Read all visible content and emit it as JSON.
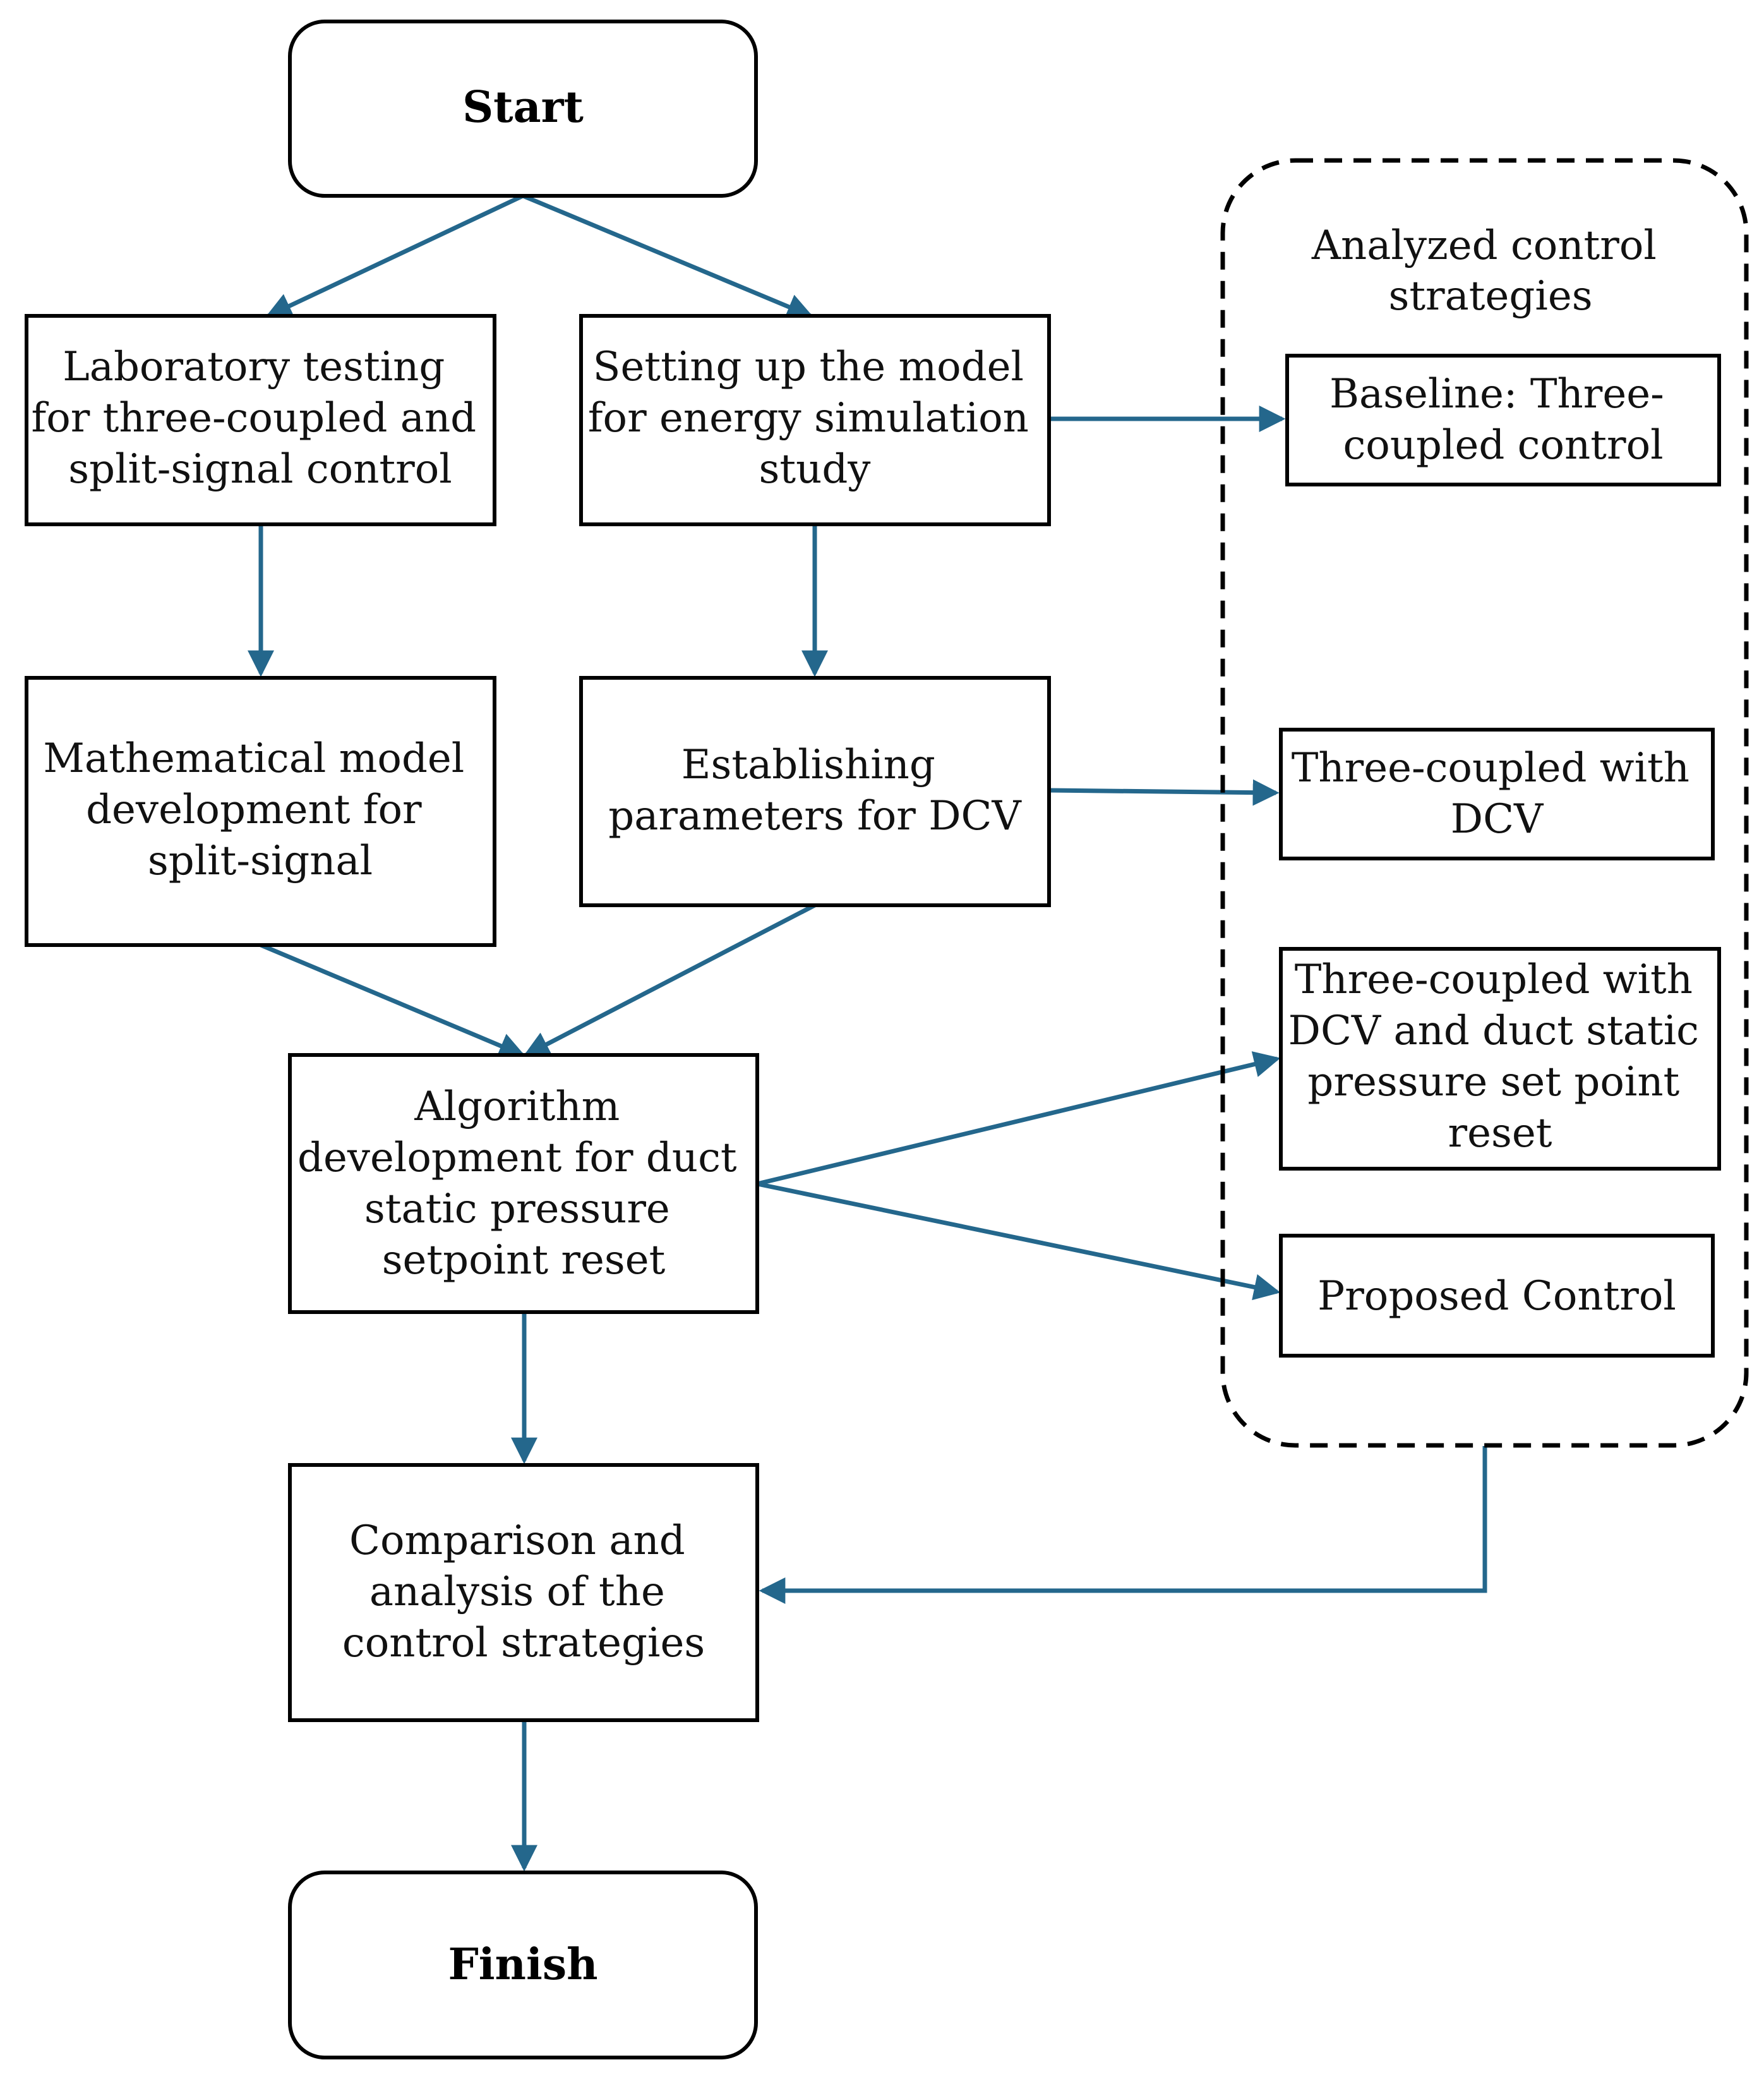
{
  "diagram": {
    "accent_color": "#24678c",
    "nodes": {
      "start": {
        "lines": [
          "Start"
        ]
      },
      "lab": {
        "lines": [
          "Laboratory testing",
          "for three-coupled and",
          "split-signal control"
        ]
      },
      "model": {
        "lines": [
          "Setting up the model",
          "for energy simulation",
          "study"
        ]
      },
      "math": {
        "lines": [
          "Mathematical model",
          "development for",
          "split-signal"
        ]
      },
      "params": {
        "lines": [
          "Establishing",
          "parameters for DCV"
        ]
      },
      "algo": {
        "lines": [
          "Algorithm",
          "development for duct",
          "static pressure",
          "setpoint reset"
        ]
      },
      "compare": {
        "lines": [
          "Comparison and",
          "analysis of the",
          "control strategies"
        ]
      },
      "finish": {
        "lines": [
          "Finish"
        ]
      }
    },
    "strategies": {
      "title_lines": [
        "Analyzed control",
        "strategies"
      ],
      "baseline": {
        "lines": [
          "Baseline: Three-",
          "coupled control"
        ]
      },
      "dcv": {
        "lines": [
          "Three-coupled with",
          "DCV"
        ]
      },
      "dcv_reset": {
        "lines": [
          "Three-coupled with",
          "DCV and duct static",
          "pressure set point",
          "reset"
        ]
      },
      "proposed": {
        "lines": [
          "Proposed Control"
        ]
      }
    }
  }
}
